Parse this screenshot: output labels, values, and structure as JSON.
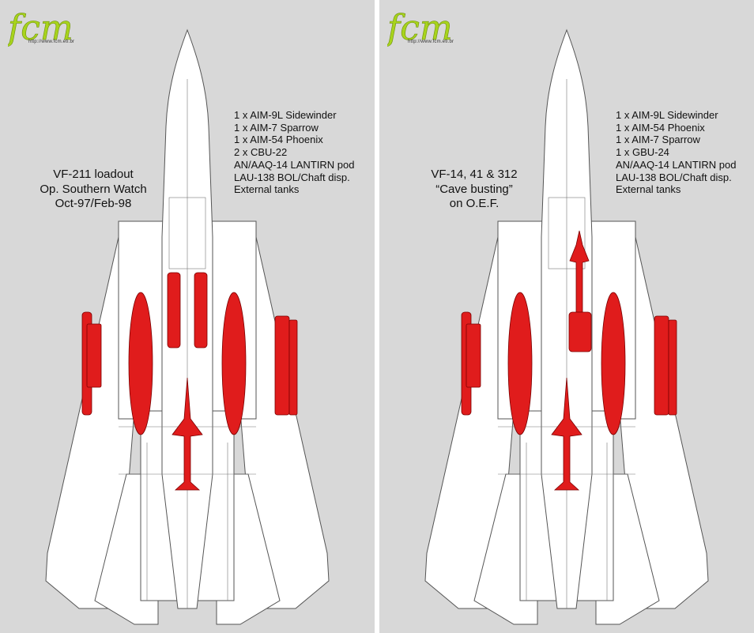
{
  "logo": {
    "text": "fcm",
    "url": "http://www.fcm.eti.br"
  },
  "colors": {
    "background": "#d8d8d8",
    "airframe": "#ffffff",
    "outline": "#555555",
    "stores": "#e01c1c",
    "logo": "#a8d41c"
  },
  "panels": [
    {
      "caption": [
        "VF-211 loadout",
        "Op. Southern Watch",
        "Oct-97/Feb-98"
      ],
      "loadout": [
        "1 x AIM-9L Sidewinder",
        "1 x AIM-7 Sparrow",
        "1 x AIM-54 Phoenix",
        "2 x CBU-22",
        "AN/AAQ-14 LANTIRN pod",
        "LAU-138 BOL/Chaft disp.",
        "External tanks"
      ]
    },
    {
      "caption": [
        "VF-14, 41 & 312",
        "“Cave busting”",
        "on O.E.F."
      ],
      "loadout": [
        "1 x AIM-9L Sidewinder",
        "1 x AIM-54 Phoenix",
        "1 x AIM-7 Sparrow",
        "1 x GBU-24",
        "AN/AAQ-14 LANTIRN pod",
        "LAU-138 BOL/Chaft disp.",
        "External tanks"
      ]
    }
  ]
}
